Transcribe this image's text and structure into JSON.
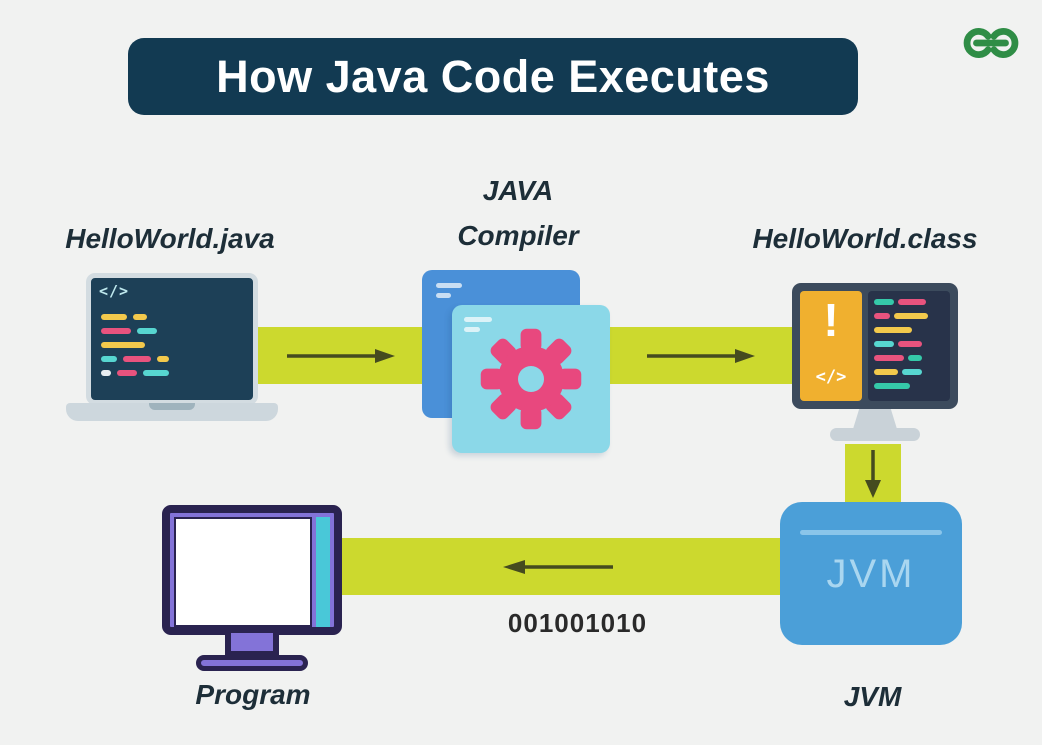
{
  "header": {
    "title": "How Java Code Executes"
  },
  "labels": {
    "source_file": "HelloWorld.java",
    "compiler_line1": "JAVA",
    "compiler_line2": "Compiler",
    "class_file": "HelloWorld.class",
    "jvm": "JVM",
    "program": "Program"
  },
  "jvm_box": {
    "text": "JVM"
  },
  "flow": {
    "binary_output": "001001010"
  },
  "icon_glyphs": {
    "laptop_code": "</>",
    "class_warning": "!",
    "class_code": "</>"
  },
  "colors": {
    "page-bg": "#f1f2f1",
    "banner": "#123a52",
    "title-text": "#ffffff",
    "lime": "#ccd92e",
    "arrow": "#454b1f",
    "label-text": "#1d2e38",
    "binary-text": "#2a2a2a",
    "jvm-blue": "#4b9fd8",
    "jvm-text": "#a9d6f0",
    "logo-green": "#2f8d46",
    "gear-pink": "#e8487e",
    "window-blue": "#4a90d8",
    "window-cyan": "#8bd8e8",
    "panel-orange": "#f0b02f",
    "panel-navy": "#28334a",
    "screen-dark": "#1d4057",
    "monitor-frame": "#3c4b5d",
    "program-purple": "#8373d8",
    "program-outline": "#2a2350",
    "program-cyan": "#49c8d8",
    "laptop-gray": "#cdd7dd",
    "code-yellow": "#f2c94c",
    "code-pink": "#e8537e",
    "code-cyan": "#57d6d0",
    "code-teal": "#35c9a9",
    "code-white": "#e8eef1"
  }
}
